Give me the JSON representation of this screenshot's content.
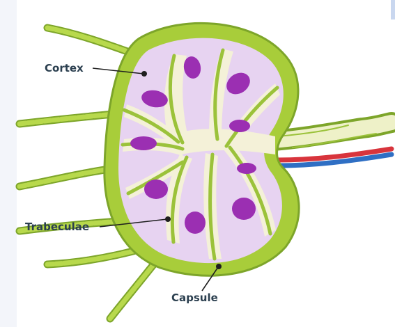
{
  "labels": {
    "cortex": "Cortex",
    "trabeculae": "Trabeculae",
    "capsule": "Capsule"
  },
  "colors": {
    "background": "#ffffff",
    "capsule_green": "#a8cd3a",
    "capsule_dark": "#7da52a",
    "cortex_lilac": "#e7d3f1",
    "medulla_cream": "#f4f1d8",
    "follicle_purple": "#9b2fb2",
    "vessel_red": "#d8343c",
    "vessel_blue": "#2f6fc4",
    "label_text": "#2b3f4f"
  }
}
